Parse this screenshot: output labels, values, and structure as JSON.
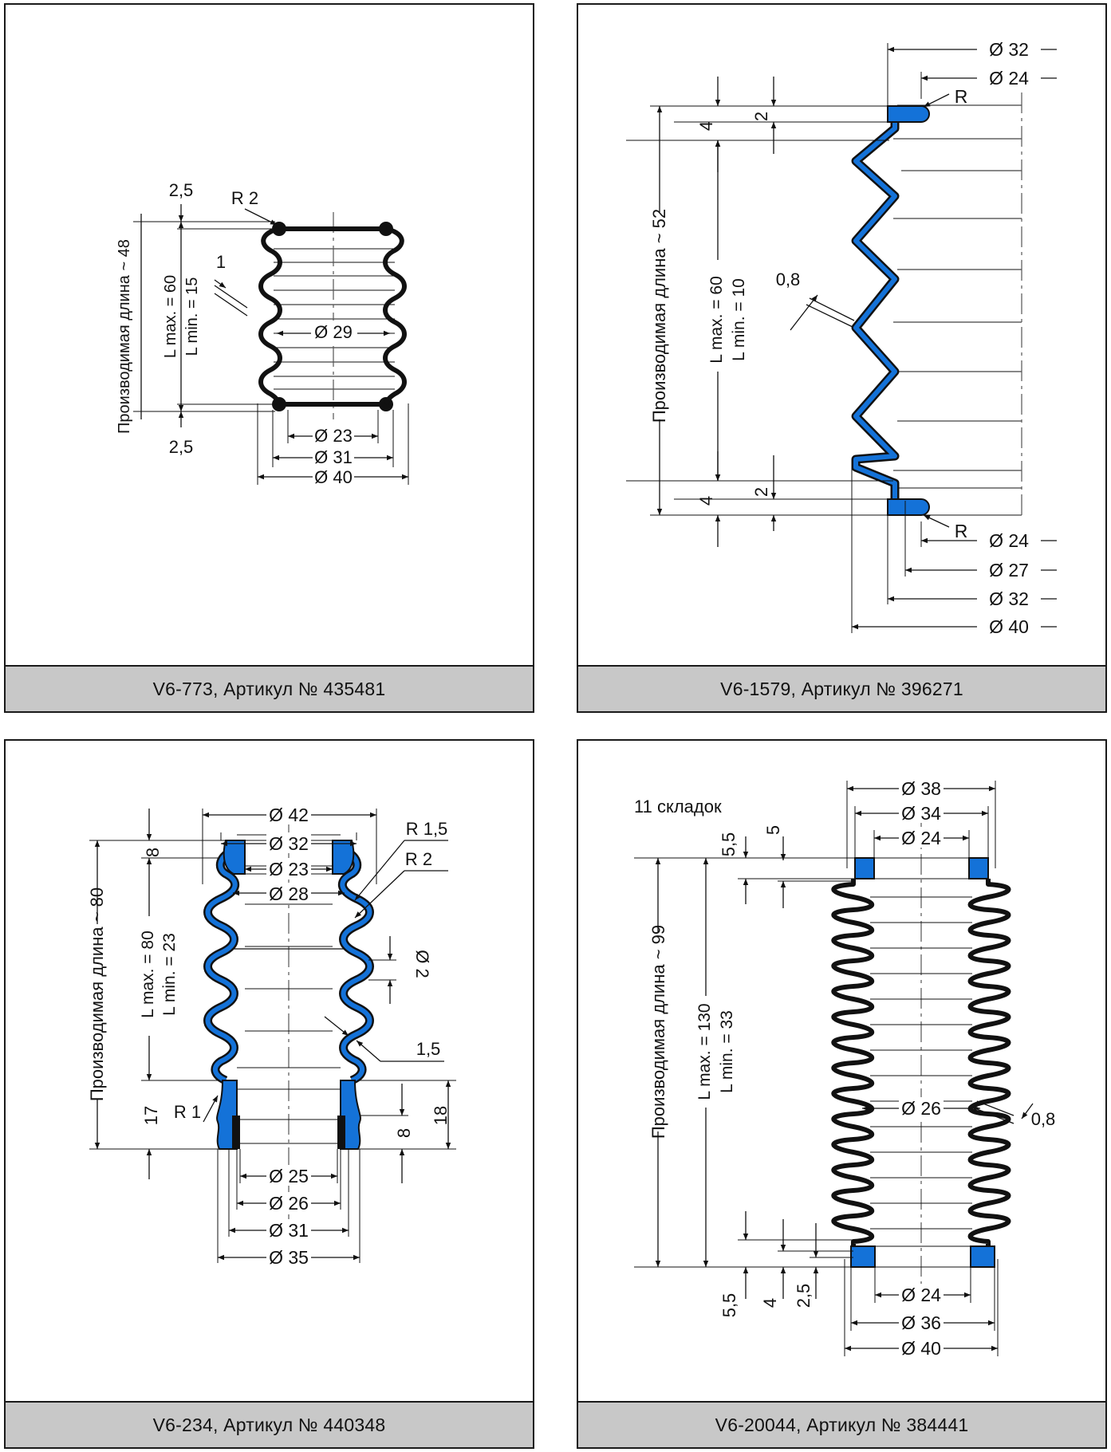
{
  "colors": {
    "accent_blue": "#1472d8",
    "caption_bg": "#c8c8c8",
    "line": "#111111"
  },
  "panels": [
    {
      "caption": "V6-773, Артикул № 435481",
      "labels": {
        "prod_len": "Производимая длина ~ 48",
        "lmax": "L max. = 60",
        "lmin": "L min. = 15",
        "t_top": "2,5",
        "t_bot": "2,5",
        "radius": "R 2",
        "wall": "1",
        "d_inner": "Ø 29",
        "d23": "Ø 23",
        "d31": "Ø 31",
        "d40": "Ø 40"
      }
    },
    {
      "caption": "V6-1579, Артикул № 396271",
      "labels": {
        "prod_len": "Производимая длина ~ 52",
        "lmax": "L max. = 60",
        "lmin": "L min. = 10",
        "h_top": "4",
        "t_top": "2",
        "h_bot": "4",
        "t_bot": "2",
        "wall": "0,8",
        "r_top": "R",
        "r_bot": "R",
        "d32_top": "Ø 32",
        "d24_top": "Ø 24",
        "d24_bot": "Ø 24",
        "d27": "Ø 27",
        "d32_bot": "Ø 32",
        "d40": "Ø 40"
      }
    },
    {
      "caption": "V6-234, Артикул № 440348",
      "labels": {
        "prod_len": "Производимая длина ~ 80",
        "lmax": "L max. = 80",
        "lmin": "L min. = 23",
        "h_top": "8",
        "h17": "17",
        "h18": "18",
        "h8b": "8",
        "r15": "R 1,5",
        "r2": "R 2",
        "r1": "R 1",
        "d2": "Ø 2",
        "wall": "1,5",
        "d42": "Ø 42",
        "d32": "Ø 32",
        "d23": "Ø 23",
        "d28": "Ø 28",
        "d25": "Ø 25",
        "d26": "Ø 26",
        "d31": "Ø 31",
        "d35": "Ø 35"
      }
    },
    {
      "caption": "V6-20044, Артикул № 384441",
      "labels": {
        "folds": "11  складок",
        "prod_len": "Производимая длина ~ 99",
        "lmax": "L max. = 130",
        "lmin": "L min. = 33",
        "h55_top": "5,5",
        "h5_top": "5",
        "h55_bot": "5,5",
        "h4_bot": "4",
        "h25_bot": "2,5",
        "wall": "0,8",
        "d38": "Ø 38",
        "d34": "Ø 34",
        "d24_top": "Ø 24",
        "d26": "Ø 26",
        "d24_bot": "Ø 24",
        "d36": "Ø 36",
        "d40": "Ø 40"
      }
    }
  ]
}
